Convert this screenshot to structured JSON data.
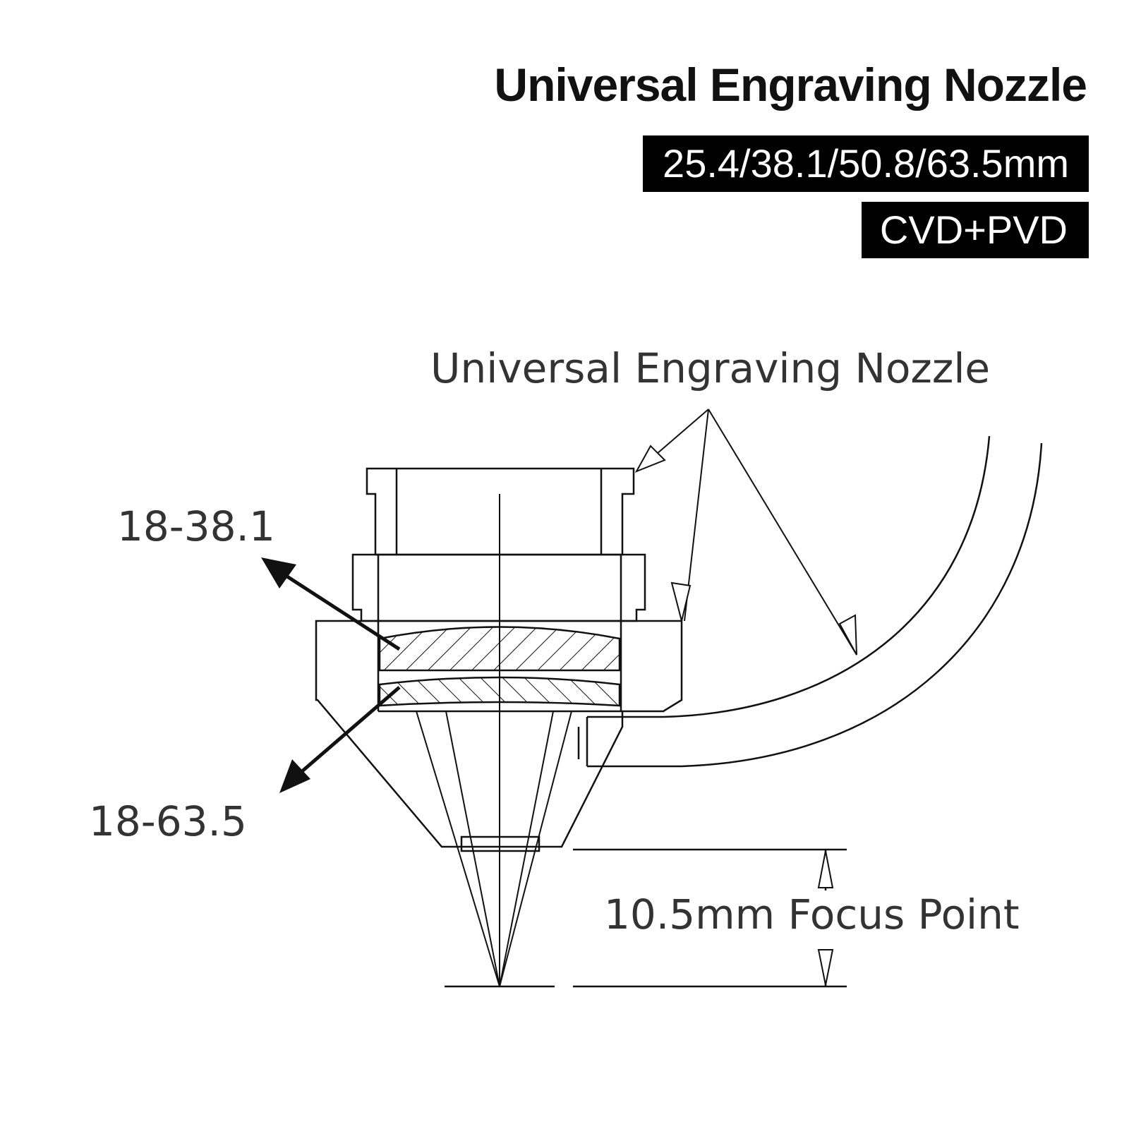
{
  "header": {
    "title": "Universal Engraving Nozzle",
    "badge_sizes": "25.4/38.1/50.8/63.5mm",
    "badge_coating": "CVD+PVD"
  },
  "diagram": {
    "nozzle_label": "Universal Engraving Nozzle",
    "upper_lens_label": "18-38.1",
    "lower_lens_label": "18-63.5",
    "focus_label": "10.5mm Focus Point"
  },
  "colors": {
    "line": "#111111",
    "badge_bg": "#000000",
    "badge_text": "#ffffff"
  }
}
